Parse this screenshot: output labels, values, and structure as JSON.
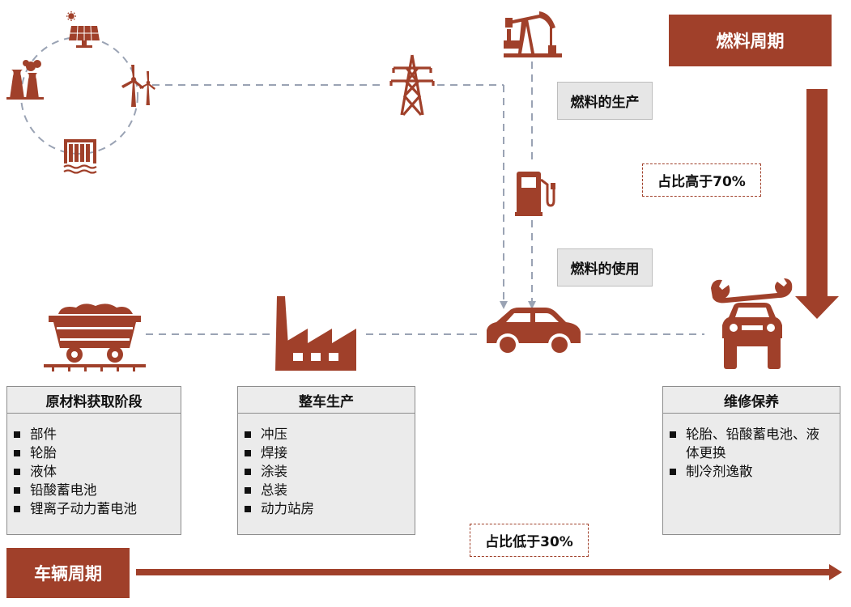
{
  "colors": {
    "accent": "#a0402a",
    "dash": "#9aa3b4",
    "box_gray": "#e6e6e6"
  },
  "fuel_cycle": {
    "title": "燃料周期",
    "share_text": "占比高于70%"
  },
  "vehicle_cycle": {
    "title": "车辆周期",
    "share_text": "占比低于30%"
  },
  "fuel_steps": {
    "production": "燃料的生产",
    "use": "燃料的使用"
  },
  "icons": {
    "solar": "solar-panel-icon",
    "wind": "wind-turbine-icon",
    "power_plant": "power-plant-icon",
    "hydro": "hydro-dam-icon",
    "tower": "transmission-tower-icon",
    "oil_pump": "oil-pump-icon",
    "fuel_pump": "fuel-pump-icon",
    "car": "car-icon",
    "maintenance": "car-wrench-icon",
    "mine_cart": "mine-cart-icon",
    "factory": "factory-icon"
  },
  "stages": {
    "raw_material": {
      "title": "原材料获取阶段",
      "items": [
        "部件",
        "轮胎",
        "液体",
        "铅酸蓄电池",
        "锂离子动力蓄电池"
      ]
    },
    "assembly": {
      "title": "整车生产",
      "items": [
        "冲压",
        "焊接",
        "涂装",
        "总装",
        "动力站房"
      ]
    },
    "maintenance": {
      "title": "维修保养",
      "items": [
        "轮胎、铅酸蓄电池、液体更换",
        "制冷剂逸散"
      ]
    }
  }
}
